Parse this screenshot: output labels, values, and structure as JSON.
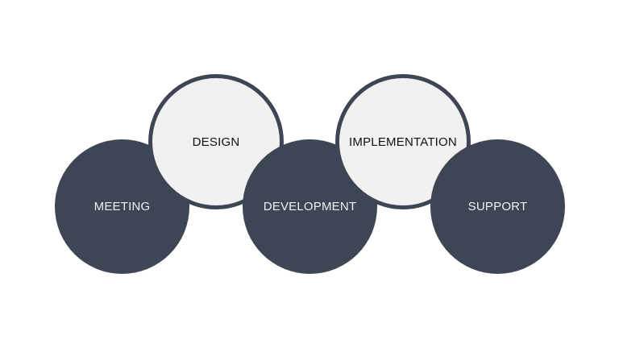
{
  "steps": [
    {
      "label": "MEETING",
      "style": "dark"
    },
    {
      "label": "DESIGN",
      "style": "light"
    },
    {
      "label": "DEVELOPMENT",
      "style": "dark"
    },
    {
      "label": "IMPLEMENTATION",
      "style": "light"
    },
    {
      "label": "SUPPORT",
      "style": "dark"
    }
  ],
  "colors": {
    "dark": "#3e4555",
    "light": "#f1f1f1"
  }
}
